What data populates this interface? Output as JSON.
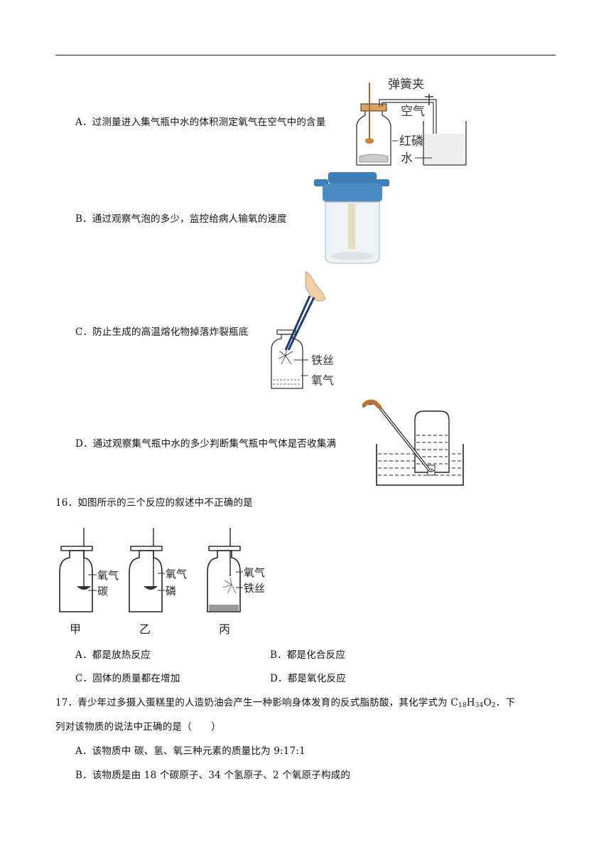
{
  "q15": {
    "optA": "A．过测量进入集气瓶中水的体积测定氧气在空气中的含量",
    "optA_fig": {
      "label_clamp": "弹簧夹",
      "label_air": "空气",
      "label_phosphorus": "红磷",
      "label_water": "水"
    },
    "optB": "B．通过观察气泡的多少，监控给病人输氧的速度",
    "optC": "C．防止生成的高温熔化物掉落炸裂瓶底",
    "optC_fig": {
      "label_wire": "铁丝",
      "label_oxygen": "氧气"
    },
    "optD": "D．通过观察集气瓶中水的多少判断集气瓶中气体是否收集满"
  },
  "q16": {
    "stem": "16．如图所示的三个反应的叙述中不正确的是",
    "jars": [
      {
        "name": "甲",
        "gas": "氧气",
        "substance": "碳"
      },
      {
        "name": "乙",
        "gas": "氧气",
        "substance": "磷"
      },
      {
        "name": "丙",
        "gas": "氧气",
        "substance": "铁丝"
      }
    ],
    "optA": "A．都是放热反应",
    "optB": "B．都是化合反应",
    "optC": "C．固体的质量都在增加",
    "optD": "D．都是氧化反应"
  },
  "q17": {
    "stem_part1": "17．青少年过多摄入蛋糕里的人造奶油会产生一种影响身体发育的反式脂肪酸，其化学式为 C",
    "sub1": "18",
    "mid1": "H",
    "sub2": "34",
    "mid2": "O",
    "sub3": "2",
    "stem_end": "．下",
    "stem_line2": "列对该物质的说法中正确的是（　　）",
    "optA": "A．该物质中 碳、氢、氧三种元素的质量比为 9:17:1",
    "optB": "B．该物质是由 18 个碳原子、34 个氢原子、2 个氧原子构成的"
  }
}
